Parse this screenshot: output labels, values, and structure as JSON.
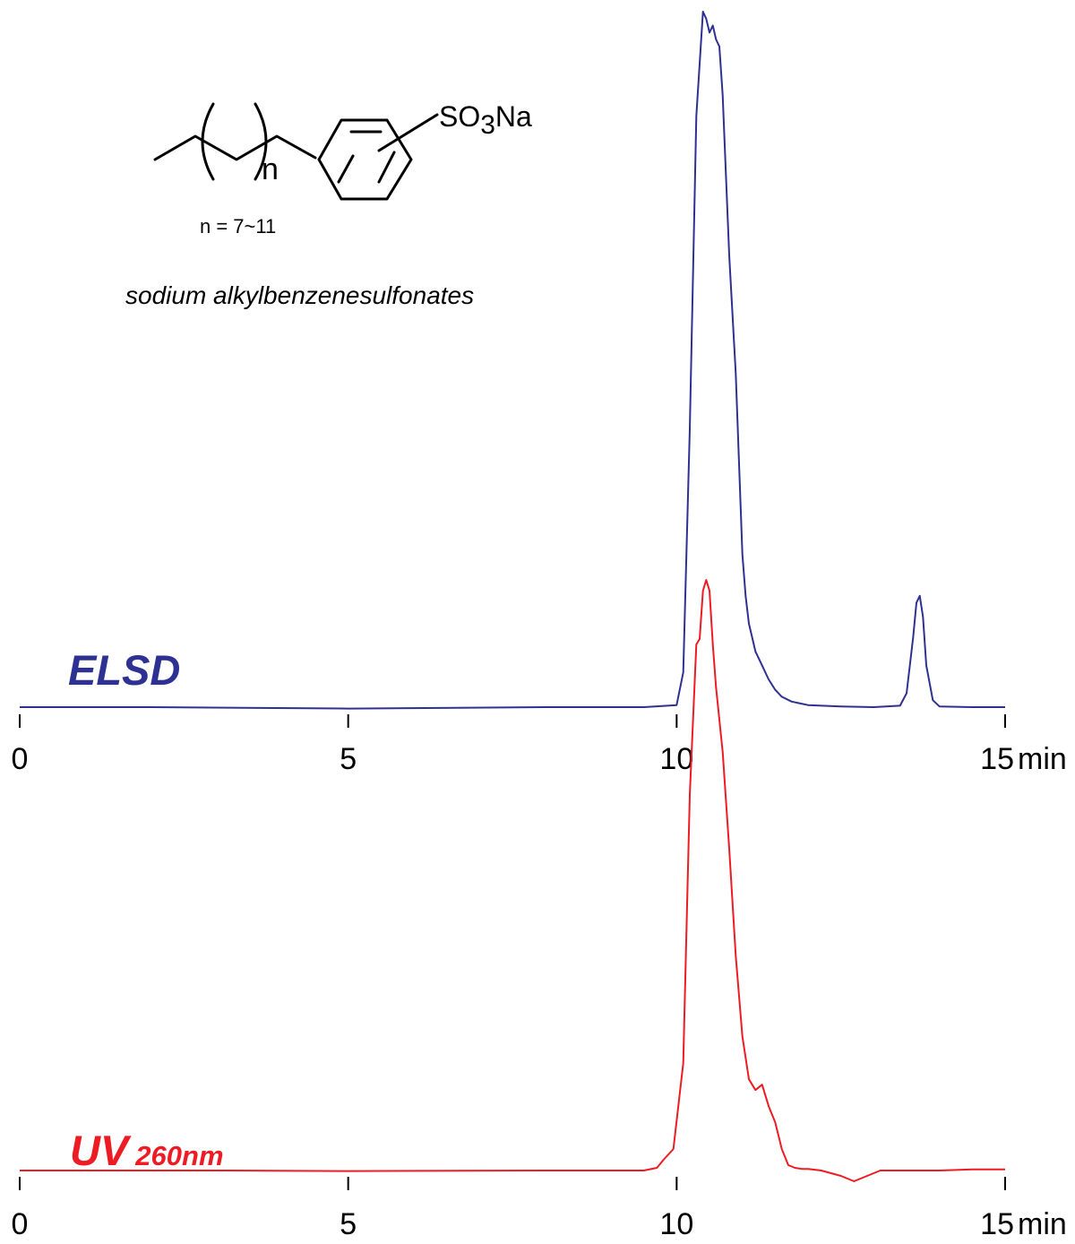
{
  "compound": {
    "substituent": "SO3Na",
    "substituent_parts": [
      "SO",
      "3",
      "Na"
    ],
    "repeat_index": "n",
    "n_range": "n = 7~11",
    "name": "sodium alkylbenzenesulfonates"
  },
  "colors": {
    "elsd": "#2e3192",
    "uv": "#ed1c24",
    "axis": "#000000"
  },
  "chart_data": [
    {
      "type": "line",
      "title": "",
      "series": [
        {
          "name": "ELSD",
          "color": "#2e3192",
          "x": [
            0,
            2,
            5,
            8,
            9.5,
            10.0,
            10.1,
            10.2,
            10.3,
            10.4,
            10.45,
            10.5,
            10.55,
            10.6,
            10.65,
            10.7,
            10.8,
            10.9,
            10.95,
            11.0,
            11.05,
            11.1,
            11.2,
            11.3,
            11.4,
            11.5,
            11.6,
            11.75,
            12.0,
            12.5,
            13.0,
            13.4,
            13.5,
            13.6,
            13.65,
            13.7,
            13.75,
            13.8,
            13.9,
            14.0,
            14.5,
            15.0
          ],
          "y": [
            0,
            0,
            -0.2,
            0,
            0,
            0.3,
            5,
            40,
            85,
            100,
            99,
            97,
            98,
            96,
            95,
            88,
            65,
            48,
            35,
            22,
            16,
            12,
            8,
            6,
            4,
            2.5,
            1.5,
            0.8,
            0.3,
            0.1,
            0,
            0.2,
            2,
            10,
            15,
            16,
            13,
            6,
            1,
            0.1,
            0,
            0
          ]
        }
      ],
      "xlim": [
        0,
        15
      ],
      "xticks": [
        0,
        5,
        10,
        15
      ],
      "xtick_labels": [
        "0",
        "5",
        "10",
        "15"
      ],
      "xunit": "min",
      "ylim": [
        0,
        100
      ],
      "grid": false
    },
    {
      "type": "line",
      "title": "",
      "series": [
        {
          "name": "UV",
          "name_suffix": "260nm",
          "color": "#ed1c24",
          "x": [
            0,
            3,
            5,
            8,
            9.5,
            9.7,
            9.8,
            9.95,
            10.1,
            10.2,
            10.3,
            10.35,
            10.4,
            10.45,
            10.5,
            10.55,
            10.6,
            10.7,
            10.8,
            10.9,
            11.0,
            11.1,
            11.2,
            11.3,
            11.4,
            11.5,
            11.6,
            11.7,
            11.8,
            11.9,
            12.0,
            12.2,
            12.5,
            12.7,
            12.9,
            13.1,
            13.3,
            14.0,
            14.5,
            15.0
          ],
          "y": [
            0,
            0,
            -0.1,
            0,
            0,
            0.5,
            2,
            4,
            20,
            70,
            98,
            99,
            108,
            110,
            108,
            98,
            90,
            78,
            60,
            40,
            25,
            17,
            15,
            16,
            12,
            9,
            4,
            1,
            0.5,
            0.3,
            0.3,
            0,
            -1,
            -2,
            -1,
            0,
            0,
            0,
            0.2,
            0.2
          ]
        }
      ],
      "xlim": [
        0,
        15
      ],
      "xticks": [
        0,
        5,
        10,
        15
      ],
      "xtick_labels": [
        "0",
        "5",
        "10",
        "15"
      ],
      "xunit": "min",
      "ylim": [
        0,
        100
      ],
      "grid": false
    }
  ]
}
